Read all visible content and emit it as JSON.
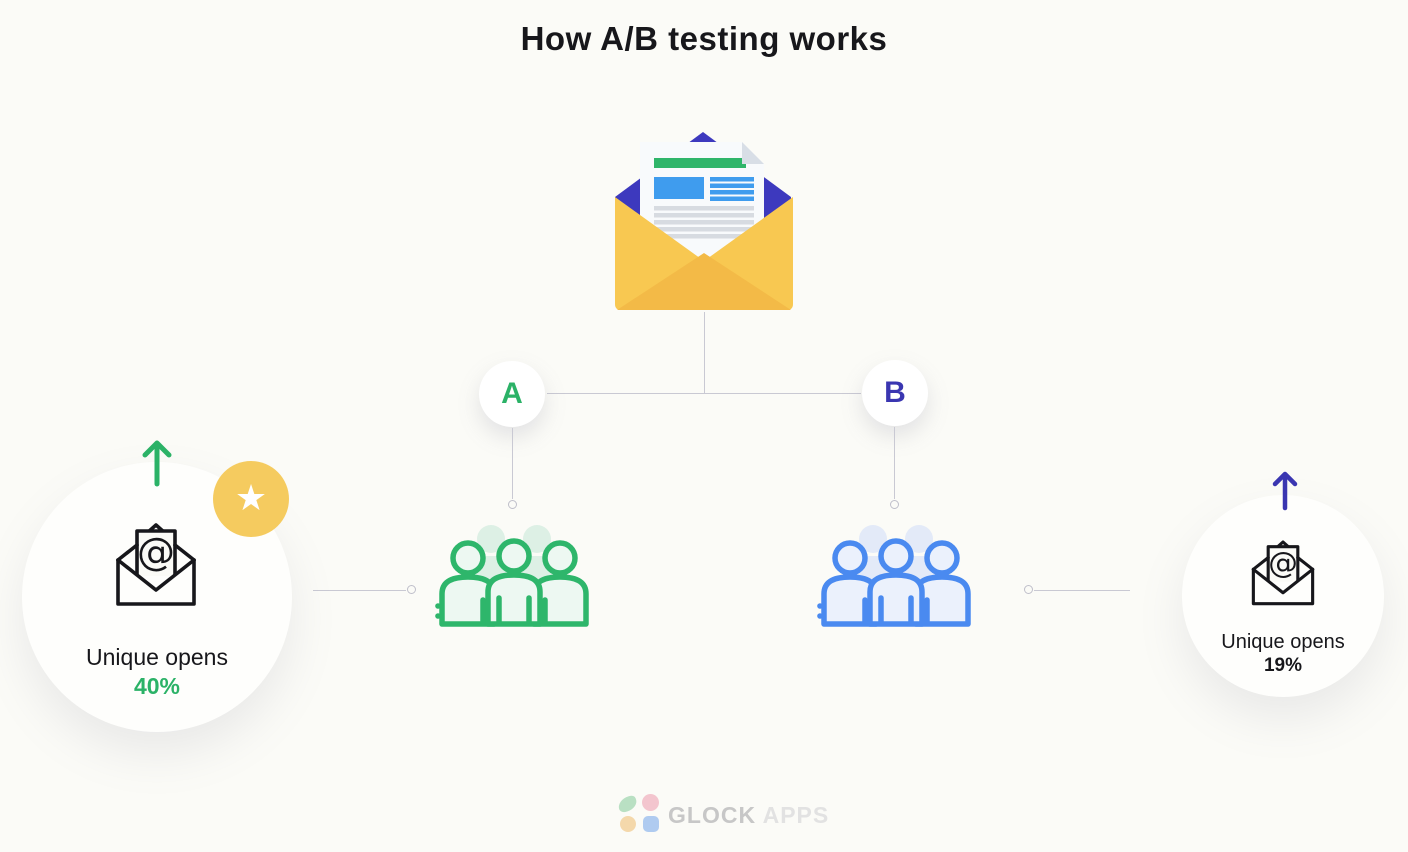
{
  "title": "How A/B testing works",
  "campaign_email": {
    "icon": "newsletter-envelope-icon"
  },
  "variants": {
    "a": {
      "label": "A",
      "color": "#2BB267"
    },
    "b": {
      "label": "B",
      "color": "#3A36B1"
    }
  },
  "audiences": {
    "a": {
      "icon": "audience-group-icon",
      "color": "#2EB66B"
    },
    "b": {
      "icon": "audience-group-icon",
      "color": "#4A8AF0"
    }
  },
  "results": {
    "a": {
      "label": "Unique opens",
      "value": "40%",
      "value_color": "#2BB267",
      "arrow_icon": "up-arrow-icon",
      "arrow_color": "#2BB267",
      "badge_icon": "star-icon",
      "envelope_icon": "email-at-icon"
    },
    "b": {
      "label": "Unique opens",
      "value": "19%",
      "value_color": "#17171B",
      "arrow_icon": "up-arrow-icon",
      "arrow_color": "#3A36B1",
      "envelope_icon": "email-at-icon"
    }
  },
  "icons": {
    "star": "★"
  },
  "footer": {
    "brand_bold": "GLOCK",
    "brand_light": "APPS"
  },
  "palette": {
    "background": "#FBFBF7",
    "connector": "#C9C9D3",
    "envelope_yellow": "#F8C851",
    "envelope_flap": "#F3BA47",
    "envelope_interior": "#3D39BE",
    "badge_yellow": "#F5CB5F",
    "paper_green_bar": "#2FB56A",
    "paper_blue": "#3F9CEE",
    "text_dark": "#17171B"
  }
}
